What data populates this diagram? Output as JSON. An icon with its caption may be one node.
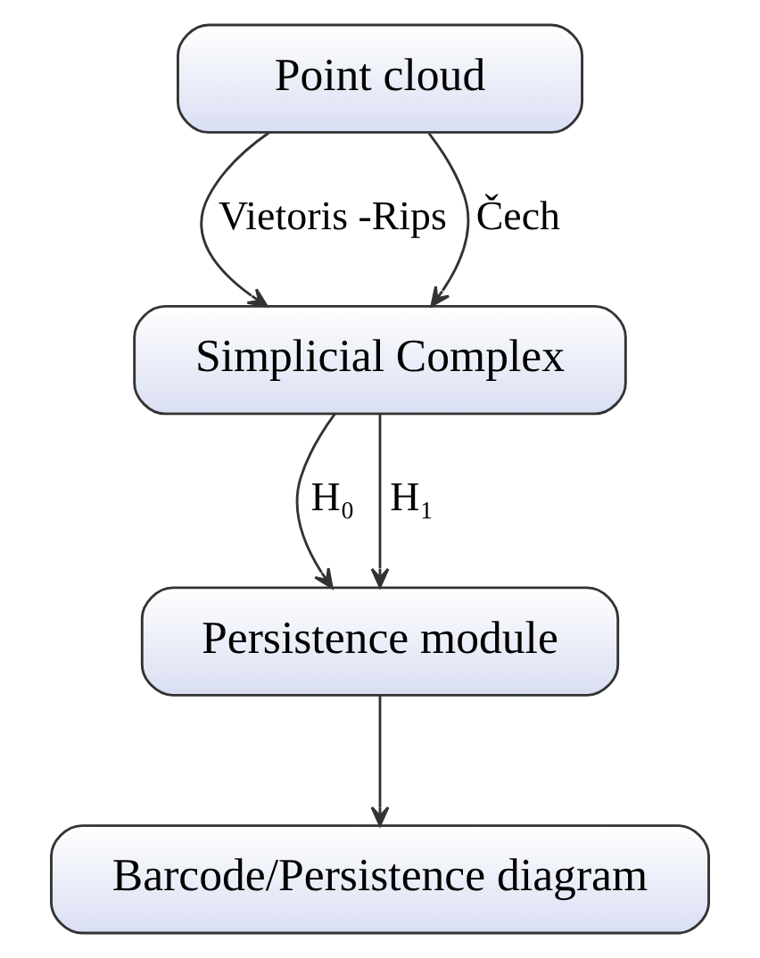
{
  "diagram": {
    "nodes": [
      {
        "text": [
          "Point cloud"
        ]
      },
      {
        "text": [
          "Simplicial Complex"
        ]
      },
      {
        "text": [
          "Persistence module"
        ]
      },
      {
        "text": [
          "Barcode/Persistence diagram"
        ]
      }
    ],
    "edges": [
      {
        "from": 0,
        "to": 1,
        "arrow": "to",
        "label": "Vietoris -Rips"
      },
      {
        "from": 0,
        "to": 1,
        "arrow": "to",
        "label": "Čech"
      },
      {
        "from": 1,
        "to": 2,
        "arrow": "to",
        "label": "H₀"
      },
      {
        "from": 1,
        "to": 2,
        "arrow": "to",
        "label": "H₁"
      },
      {
        "from": 2,
        "to": 3,
        "arrow": "to"
      }
    ]
  }
}
